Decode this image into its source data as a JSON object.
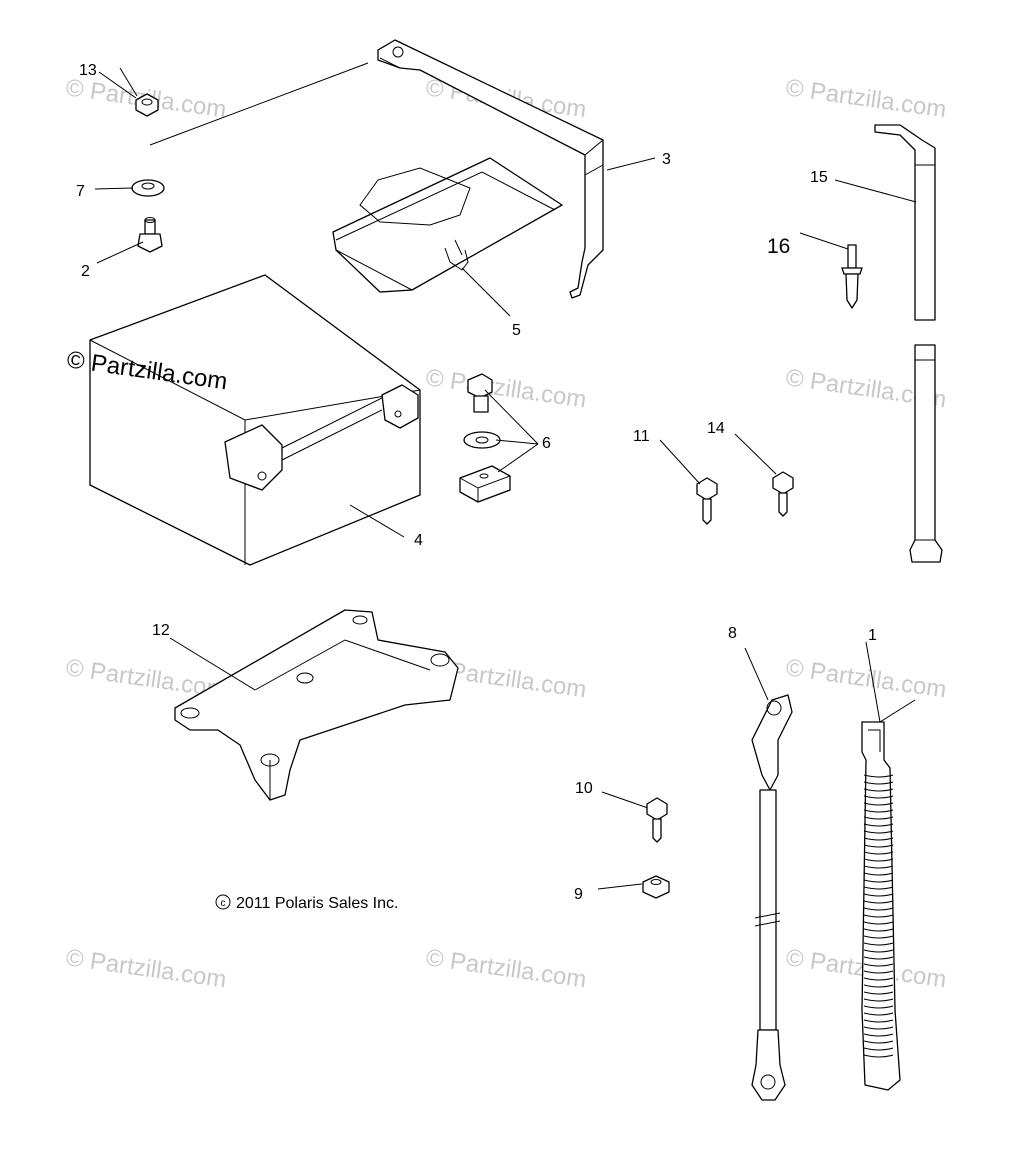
{
  "watermark": "© Partzilla.com",
  "callouts": {
    "c1": "1",
    "c2": "2",
    "c3": "3",
    "c4": "4",
    "c5": "5",
    "c6": "6",
    "c7": "7",
    "c8": "8",
    "c9": "9",
    "c10": "10",
    "c11": "11",
    "c12": "12",
    "c13": "13",
    "c14": "14",
    "c15": "15",
    "c16": "16"
  },
  "copyright": "2011 Polaris Sales Inc.",
  "copyright_symbol": "c"
}
